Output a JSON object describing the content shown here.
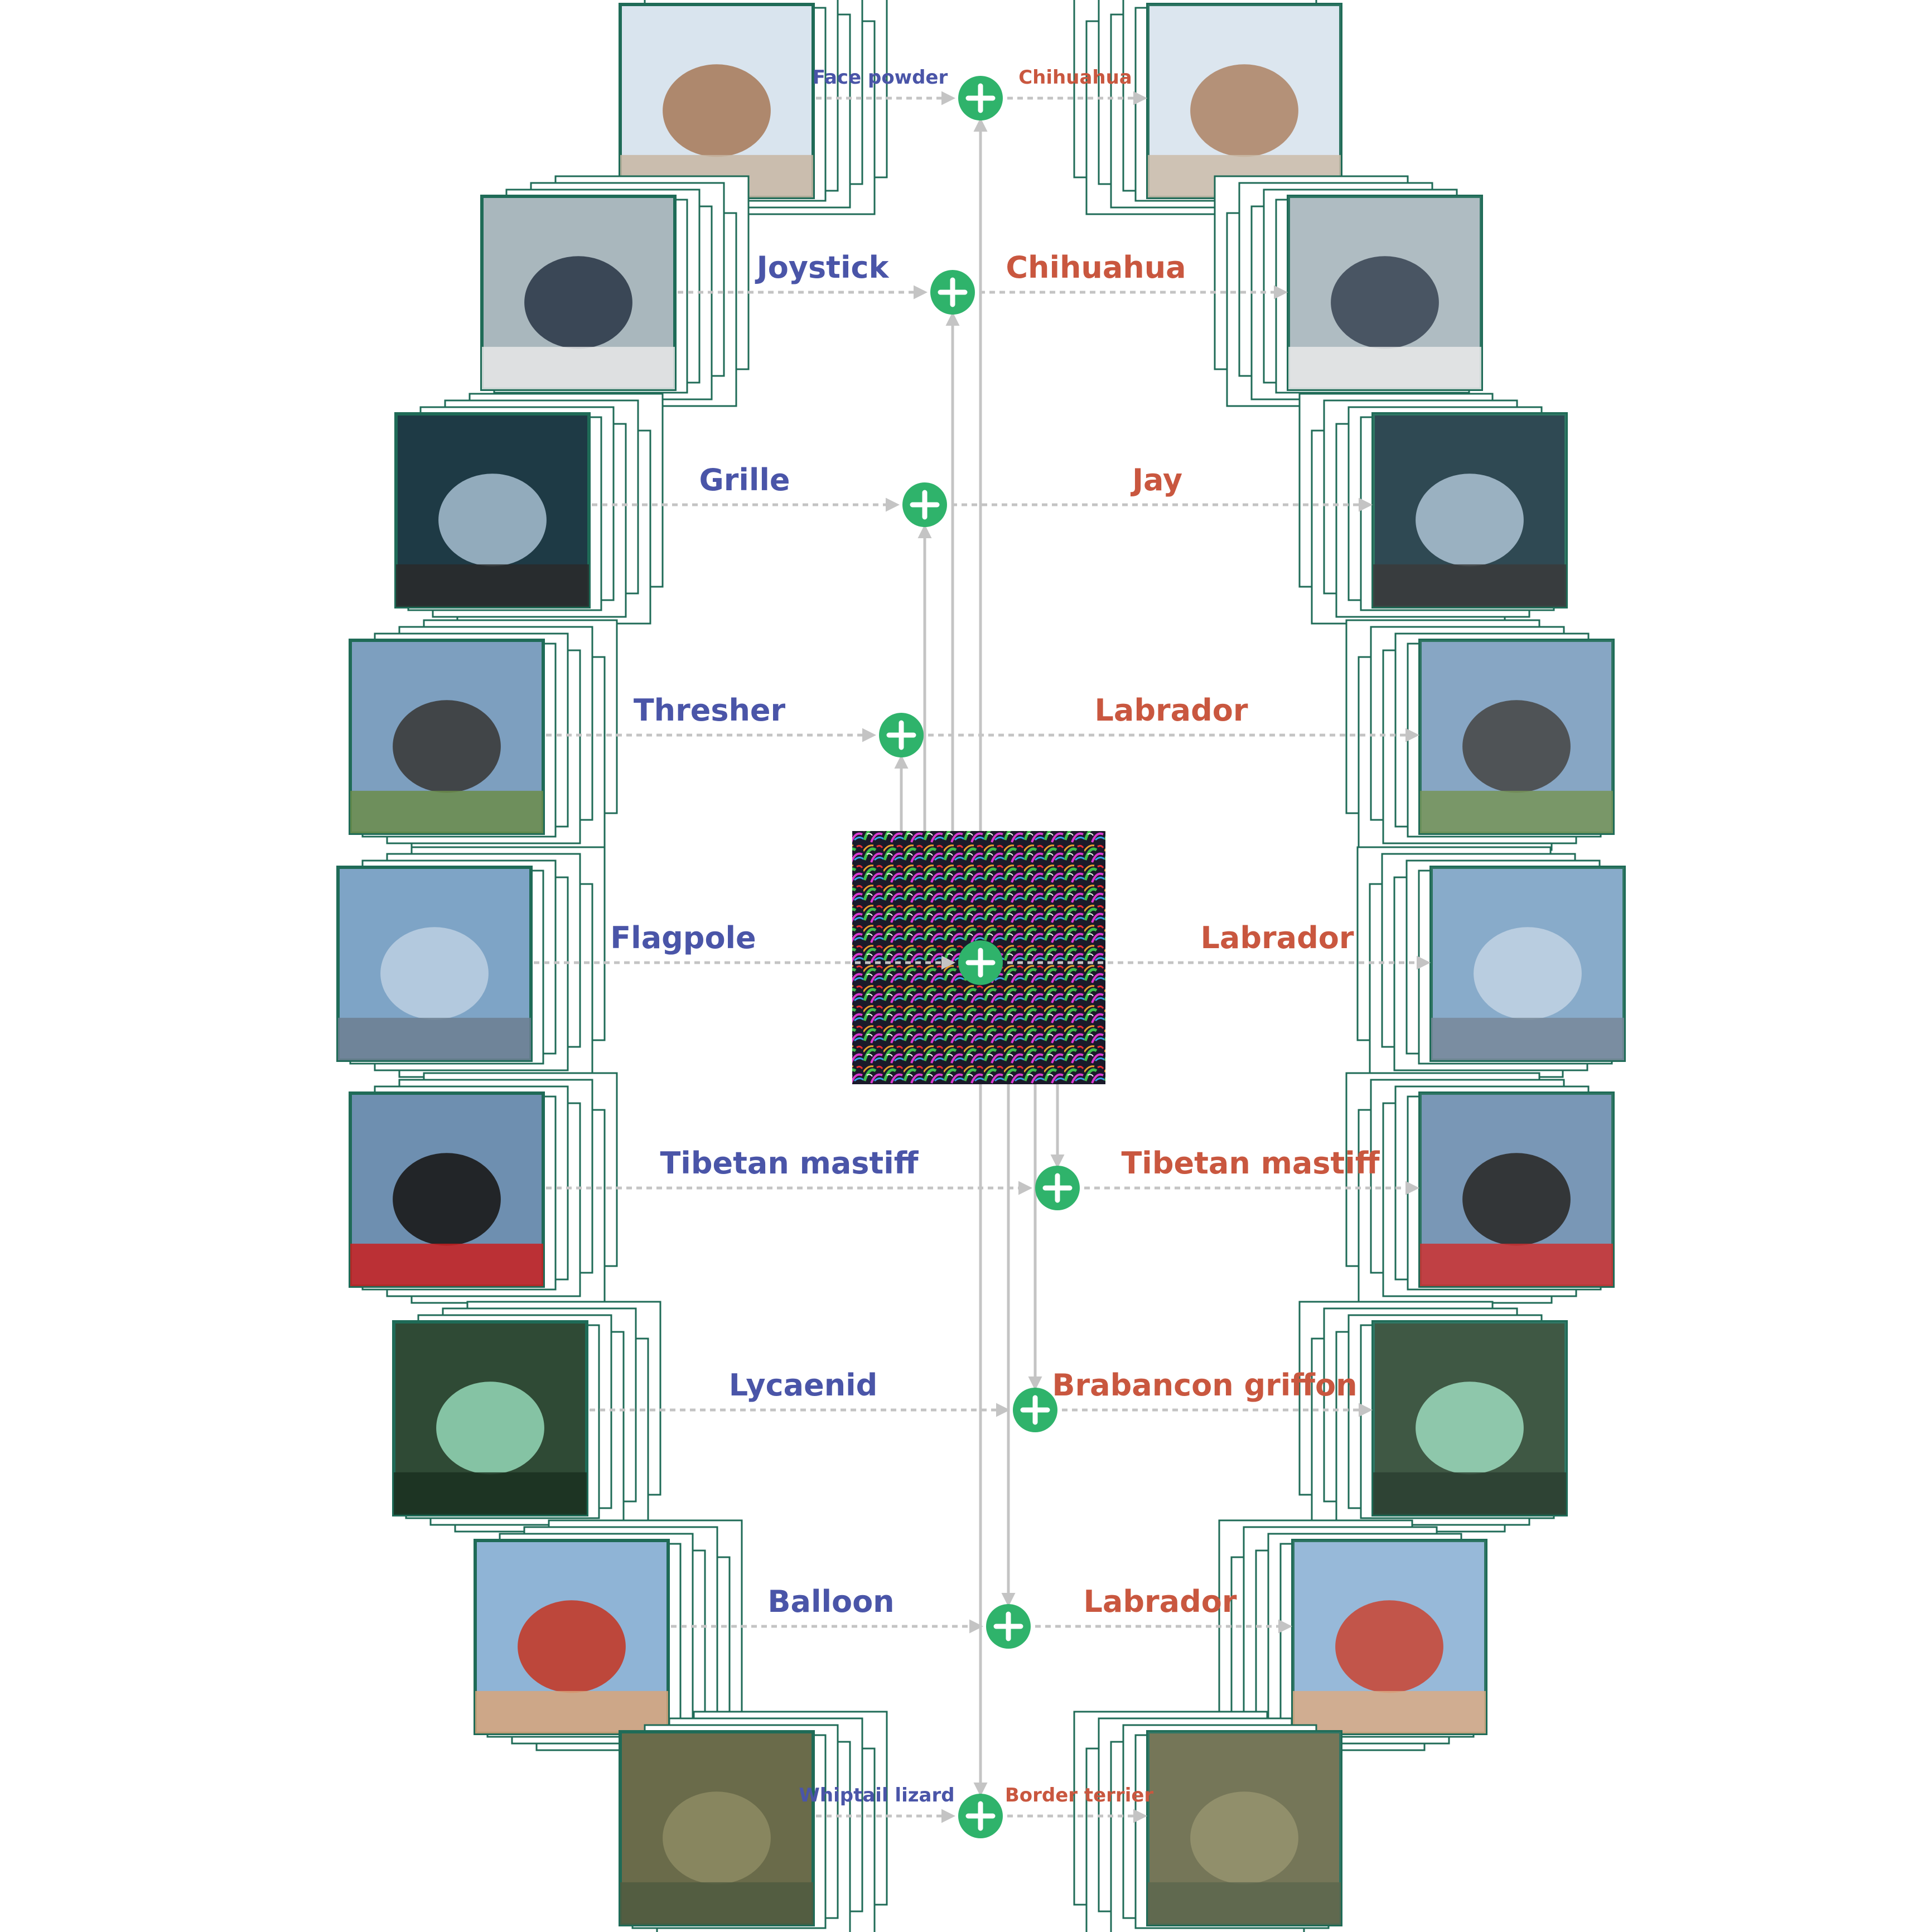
{
  "colors": {
    "original_label": "#4a55a8",
    "adversarial_label": "#c9573f",
    "plus_node": "#2fb36b",
    "frame": "#1f6b57",
    "arrow": "#c4c4c4"
  },
  "rows": [
    {
      "original": "Face powder",
      "adversarial": "Chihuahua"
    },
    {
      "original": "Joystick",
      "adversarial": "Chihuahua"
    },
    {
      "original": "Grille",
      "adversarial": "Jay"
    },
    {
      "original": "Thresher",
      "adversarial": "Labrador"
    },
    {
      "original": "Flagpole",
      "adversarial": "Labrador"
    },
    {
      "original": "Tibetan mastiff",
      "adversarial": "Tibetan mastiff"
    },
    {
      "original": "Lycaenid",
      "adversarial": "Brabancon griffon"
    },
    {
      "original": "Balloon",
      "adversarial": "Labrador"
    },
    {
      "original": "Whiptail lizard",
      "adversarial": "Border terrier"
    }
  ],
  "image_names": [
    "face-powder-image",
    "joystick-image",
    "grille-image",
    "thresher-image",
    "flagpole-image",
    "tibetan-mastiff-image",
    "lycaenid-image",
    "balloon-image",
    "whiptail-lizard-image"
  ]
}
